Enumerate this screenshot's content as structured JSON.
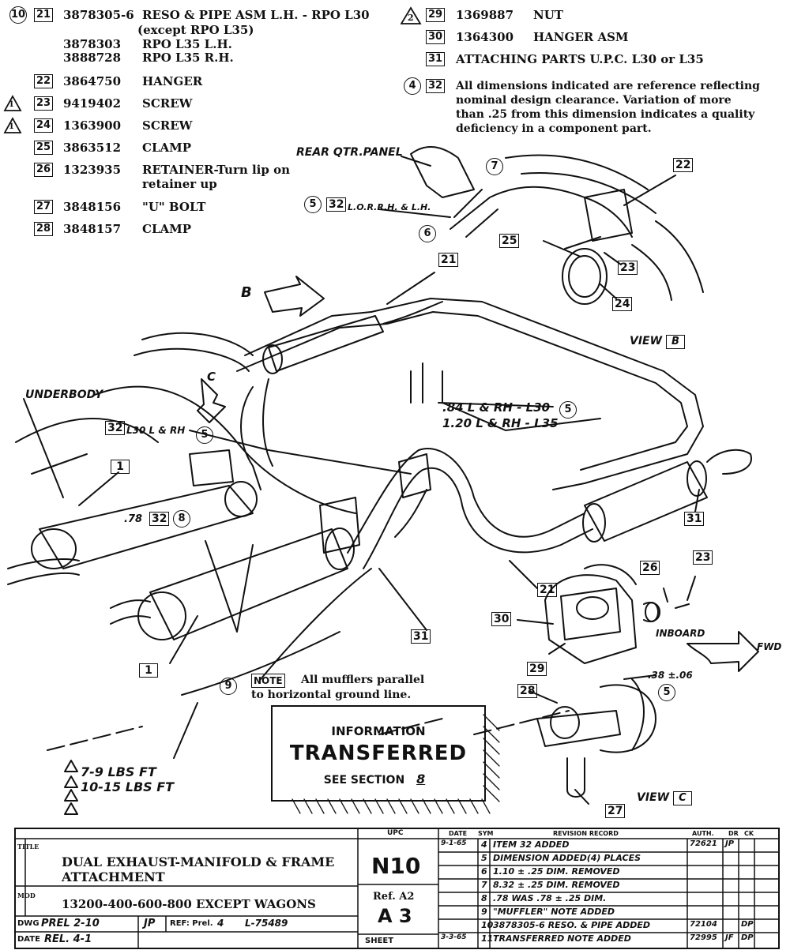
{
  "parts_left": [
    {
      "ref": "10",
      "item": "21",
      "part": "3878305-6",
      "desc": "RESO & PIPE ASM L.H. - RPO L30",
      "desc2": "(except RPO L35)"
    },
    {
      "ref": "",
      "item": "",
      "part": "3878303",
      "desc": "RPO L35 L.H."
    },
    {
      "ref": "",
      "item": "",
      "part": "3888728",
      "desc": "RPO L35 R.H."
    },
    {
      "ref": "",
      "item": "22",
      "part": "3864750",
      "desc": "HANGER"
    },
    {
      "ref": "1",
      "item": "23",
      "part": "9419402",
      "desc": "SCREW"
    },
    {
      "ref": "1",
      "item": "24",
      "part": "1363900",
      "desc": "SCREW"
    },
    {
      "ref": "",
      "item": "25",
      "part": "3863512",
      "desc": "CLAMP"
    },
    {
      "ref": "",
      "item": "26",
      "part": "1323935",
      "desc": "RETAINER-Turn lip on",
      "desc2": "retainer up"
    },
    {
      "ref": "",
      "item": "27",
      "part": "3848156",
      "desc": "\"U\" BOLT"
    },
    {
      "ref": "",
      "item": "28",
      "part": "3848157",
      "desc": "CLAMP"
    }
  ],
  "parts_right": [
    {
      "ref": "2",
      "item": "29",
      "part": "1369887",
      "desc": "NUT"
    },
    {
      "ref": "",
      "item": "30",
      "part": "1364300",
      "desc": "HANGER ASM"
    },
    {
      "ref": "",
      "item": "31",
      "part": "",
      "desc": "ATTACHING PARTS U.P.C. L30 or L35"
    }
  ],
  "note32": {
    "ref": "4",
    "item": "32",
    "lines": [
      "All dimensions indicated are reference reflecting",
      "nominal design clearance.  Variation of more",
      "than .25 from this dimension indicates a quality",
      "deficiency in a component part."
    ]
  },
  "callouts": {
    "rear_qtr_panel": "REAR QTR.PANEL",
    "lo_rh_lh": "L.O.R.R.H. & L.H.",
    "underbody": "UNDERBODY",
    "l30_lrh": "L30 L & RH",
    "dim_78": ".78",
    "dim_84": ".84 L & RH - L30",
    "dim_120": "1.20 L & RH - L35",
    "dim_38": ".38 ±.06",
    "inboard": "INBOARD",
    "fwd": "FWD",
    "view_b": "VIEW",
    "view_b_letter": "B",
    "view_c": "VIEW",
    "view_c_letter": "C",
    "arrow_b": "B",
    "arrow_c": "C",
    "note_tag": "NOTE",
    "note_text1": "All mufflers parallel",
    "note_text2": "to horizontal ground line.",
    "c5": "5",
    "c6": "6",
    "c7": "7",
    "c8": "8",
    "c9": "9",
    "i21": "21",
    "i22": "22",
    "i23": "23",
    "i24": "24",
    "i25": "25",
    "i26": "26",
    "i27": "27",
    "i28": "28",
    "i29": "29",
    "i30": "30",
    "i31": "31",
    "i32": "32",
    "i1": "1"
  },
  "info_box": {
    "line1": "INFORMATION",
    "line2": "TRANSFERRED",
    "line3": "SEE SECTION",
    "section": "8"
  },
  "torque": [
    "7-9 LBS FT",
    "10-15 LBS FT"
  ],
  "title_block": {
    "title_label": "TITLE",
    "title1": "DUAL EXHAUST-MANIFOLD & FRAME",
    "title2": "ATTACHMENT",
    "model_label": "MOD",
    "model": "13200-400-600-800 EXCEPT WAGONS",
    "dwg_label": "DWG",
    "dwg": "PREL 2-10",
    "dwg_by": "JP",
    "date_label": "DATE",
    "date": "REL. 4-1",
    "ref_label": "REF: Prel.",
    "ref_val": "4",
    "ref_l": "L-75489",
    "upc_label": "UPC",
    "upc": "N10",
    "ref_a2": "Ref. A2",
    "a3": "A 3",
    "sheet": "SHEET",
    "col_date": "DATE",
    "col_sym": "SYM",
    "col_rev": "REVISION RECORD",
    "col_auth": "AUTH.",
    "col_dr": "DR",
    "col_ck": "CK",
    "revisions": [
      {
        "date": "9-1-65",
        "sym": "4",
        "text": "ITEM 32 ADDED",
        "auth": "72621",
        "dr": "JP",
        "ck": ""
      },
      {
        "date": "",
        "sym": "5",
        "text": "DIMENSION ADDED(4) PLACES",
        "auth": "",
        "dr": "",
        "ck": ""
      },
      {
        "date": "",
        "sym": "6",
        "text": "1.10 ± .25 DIM. REMOVED",
        "auth": "",
        "dr": "",
        "ck": ""
      },
      {
        "date": "",
        "sym": "7",
        "text": "8.32 ± .25 DIM. REMOVED",
        "auth": "",
        "dr": "",
        "ck": ""
      },
      {
        "date": "",
        "sym": "8",
        "text": ".78 WAS .78 ± .25 DIM.",
        "auth": "",
        "dr": "",
        "ck": ""
      },
      {
        "date": "",
        "sym": "9",
        "text": "\"MUFFLER\" NOTE ADDED",
        "auth": "",
        "dr": "",
        "ck": ""
      },
      {
        "date": "",
        "sym": "10",
        "text": "3878305-6 RESO. & PIPE ADDED",
        "auth": "72104",
        "dr": "",
        "ck": "DP"
      },
      {
        "date": "3-3-65",
        "sym": "11",
        "text": "TRANSFERRED NOTE ADDED",
        "auth": "72995",
        "dr": "JF",
        "ck": "DP"
      }
    ]
  }
}
